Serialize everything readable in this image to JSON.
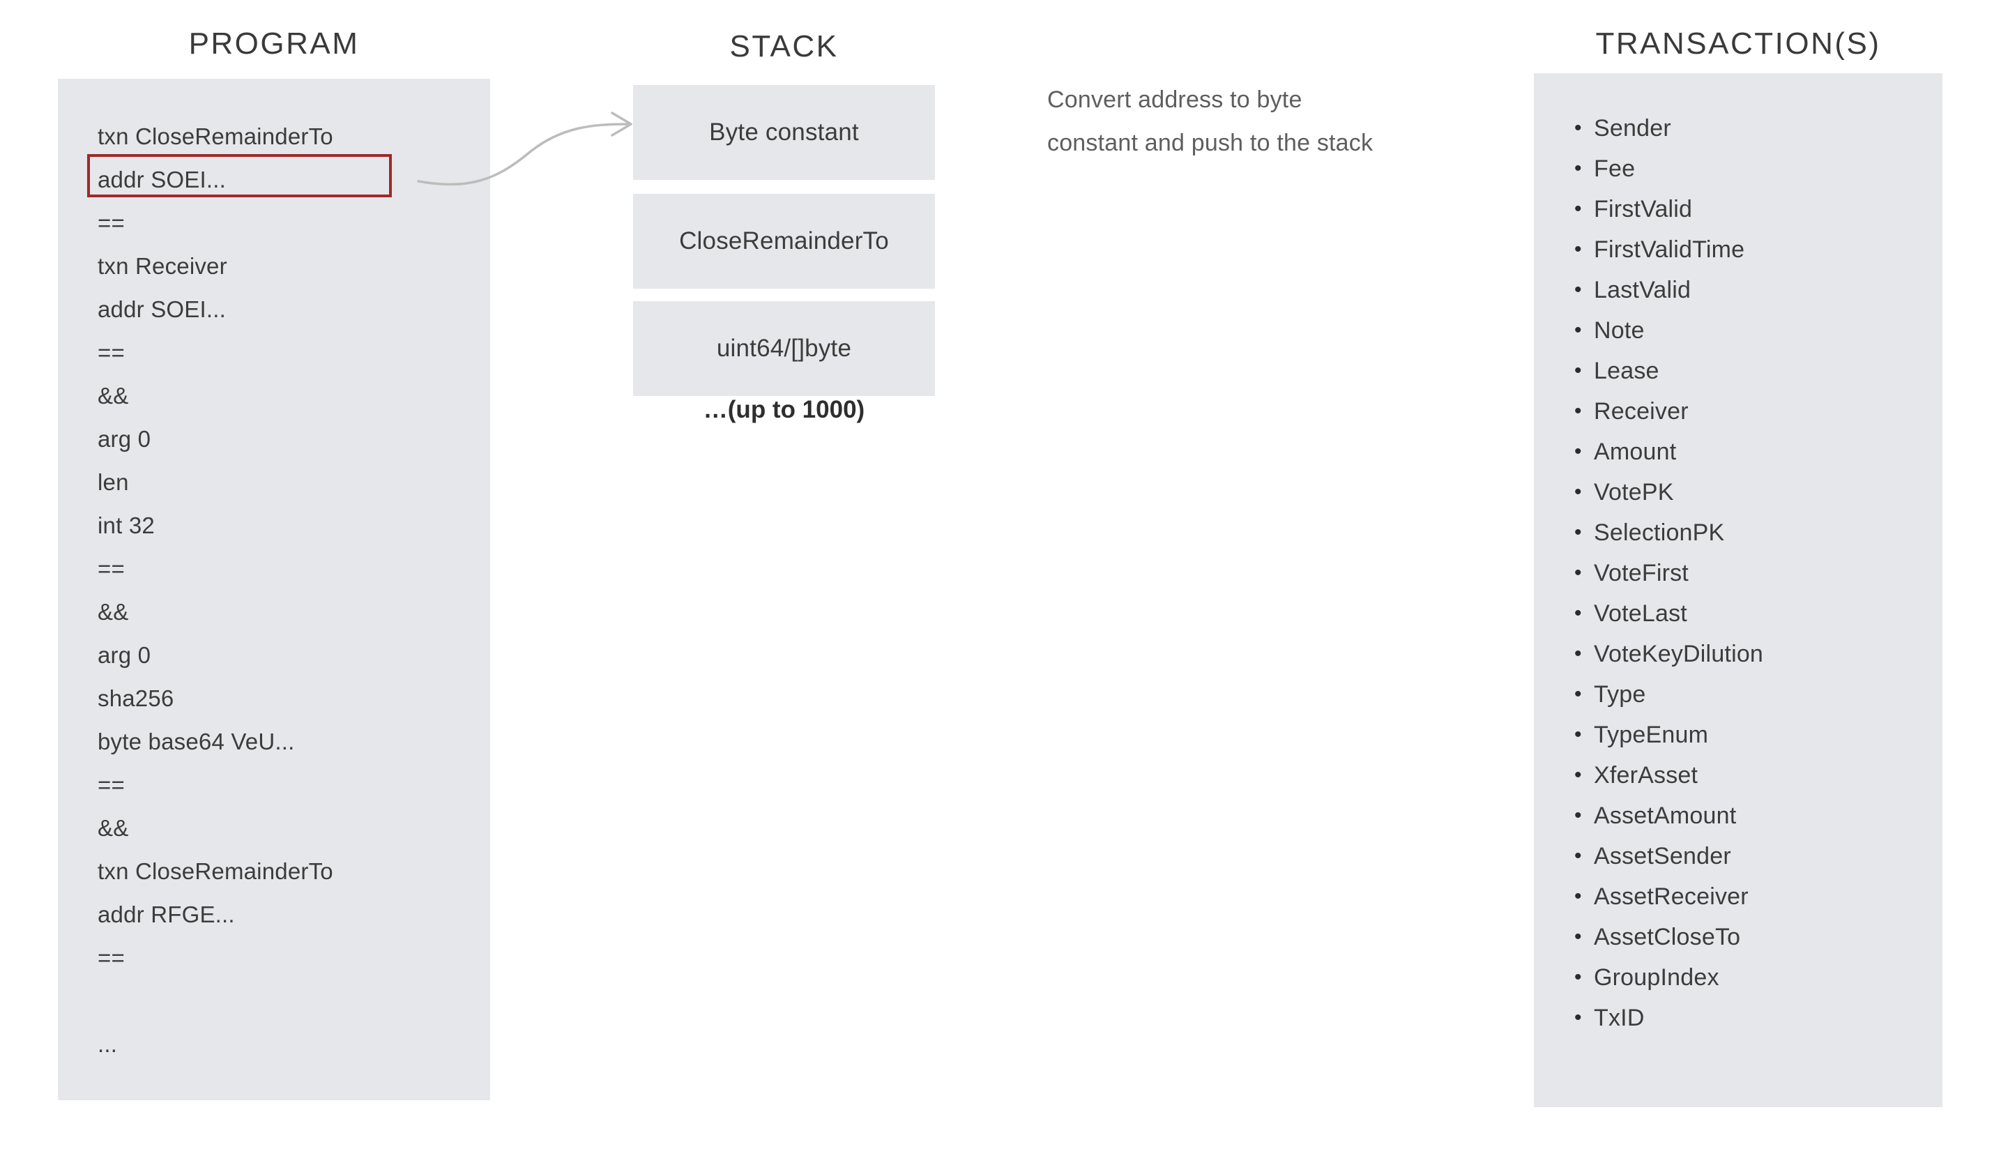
{
  "columns": {
    "program_title": "PROGRAM",
    "stack_title": "STACK",
    "transactions_title": "TRANSACTION(S)"
  },
  "program": {
    "lines": [
      "txn CloseRemainderTo",
      "addr SOEI...",
      "==",
      "txn Receiver",
      "addr SOEI...",
      "==",
      "&&",
      "arg 0",
      "len",
      "int 32",
      "==",
      "&&",
      "arg 0",
      "sha256",
      "byte base64 VeU...",
      "==",
      "&&",
      "txn CloseRemainderTo",
      "addr RFGE...",
      "==",
      "",
      "..."
    ],
    "highlighted_line_index": 1,
    "highlight_color": "#9e2a2b",
    "panel_color": "#e6e7ea"
  },
  "stack": {
    "items": [
      "Byte constant",
      "CloseRemainderTo",
      "uint64/[]byte"
    ],
    "more_label": "…(up to 1000)",
    "box_color": "#e6e7ea"
  },
  "annotation": {
    "line1": "Convert address to byte",
    "line2": "constant and push to the stack"
  },
  "transactions": {
    "fields": [
      "Sender",
      "Fee",
      "FirstValid",
      "FirstValidTime",
      "LastValid",
      "Note",
      "Lease",
      "Receiver",
      "Amount",
      "VotePK",
      "SelectionPK",
      "VoteFirst",
      "VoteLast",
      "VoteKeyDilution",
      "Type",
      "TypeEnum",
      "XferAsset",
      "AssetAmount",
      "AssetSender",
      "AssetReceiver",
      "AssetCloseTo",
      "GroupIndex",
      "TxID"
    ],
    "panel_color": "#e6e7ea"
  },
  "arrow": {
    "color": "#b9b9b9",
    "description": "curved arrow from highlighted program line to top stack box"
  }
}
